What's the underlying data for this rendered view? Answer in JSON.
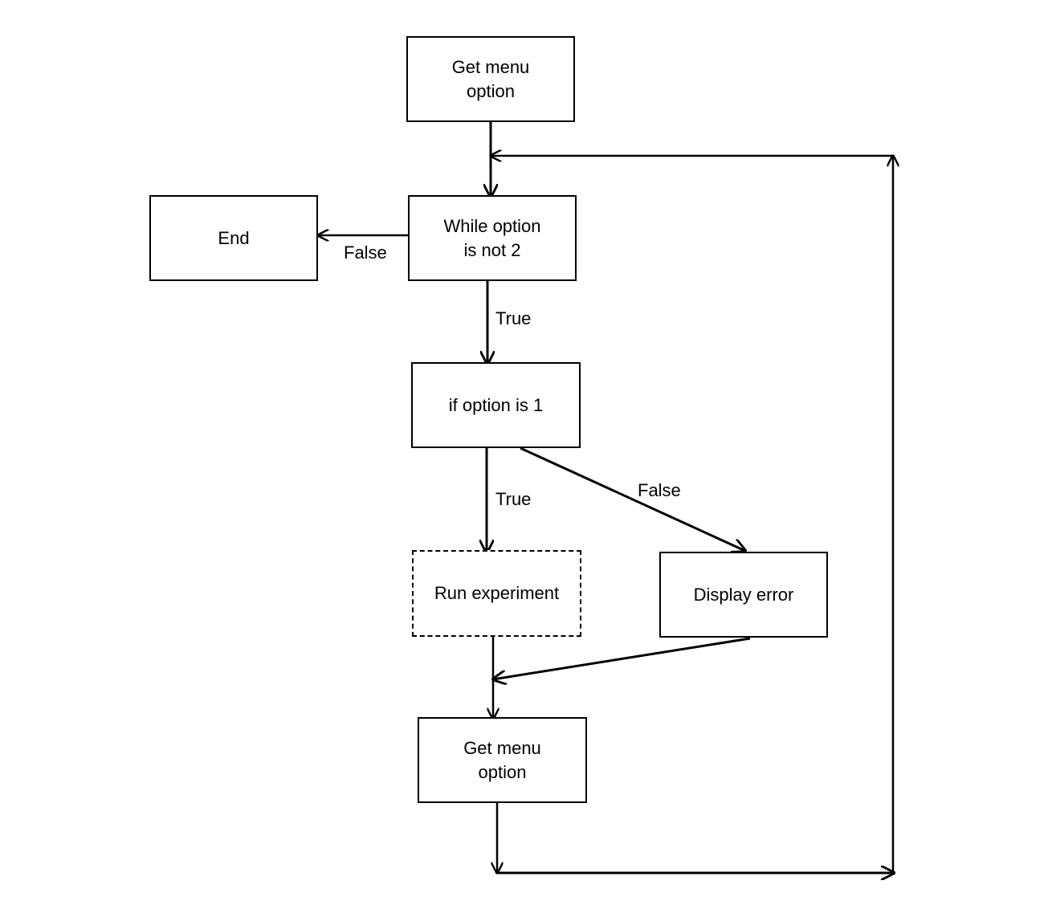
{
  "nodes": {
    "get_menu_option_top": "Get menu\noption",
    "while_loop": "While option\nis not 2",
    "end": "End",
    "if_option": "if option is 1",
    "run_experiment": "Run experiment",
    "display_error": "Display error",
    "get_menu_option_bottom": "Get menu\noption"
  },
  "edge_labels": {
    "while_false": "False",
    "while_true": "True",
    "if_true": "True",
    "if_false": "False"
  },
  "colors": {
    "stroke": "#000000",
    "background": "#ffffff"
  }
}
